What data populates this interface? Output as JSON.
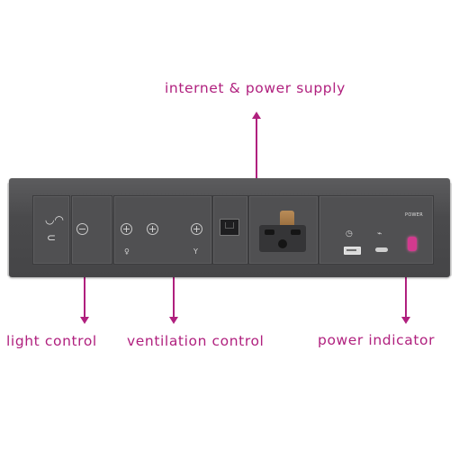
{
  "callouts": {
    "top": "internet & power supply",
    "light": "light control",
    "ventilation": "ventilation control",
    "power": "power indicator"
  },
  "device": {
    "power_label": "POWER",
    "light_icon": "bulb-icon",
    "fan_icon": "fan-icon",
    "timer_icon": "clock-icon",
    "usb_symbol": "usb-icon"
  },
  "colors": {
    "callout": "#b0207e",
    "device_body": "#4a4a4c",
    "power_led": "#d23a8e"
  }
}
